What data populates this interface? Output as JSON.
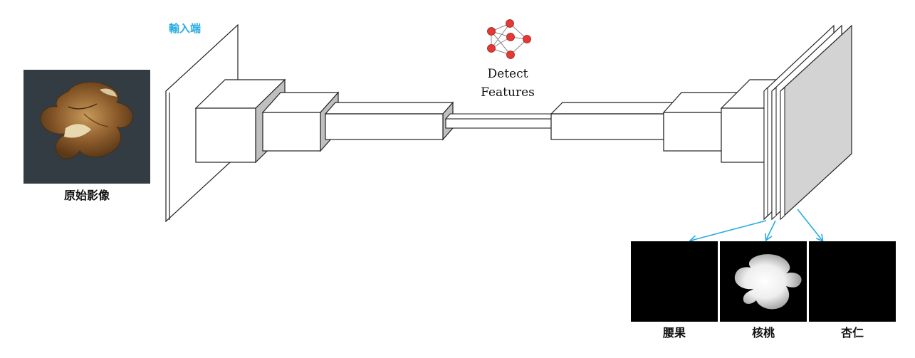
{
  "labels": {
    "input": "輸入端",
    "original_image": "原始影像",
    "detect_line1": "Detect",
    "detect_line2": "Features"
  },
  "outputs": [
    {
      "label": "腰果"
    },
    {
      "label": "核桃"
    },
    {
      "label": "杏仁"
    }
  ],
  "colors": {
    "accent": "#29abe2",
    "block_face": "#ffffff",
    "block_shade": "#bfbfbf",
    "output_plane": "#d3d3d3",
    "neuron": "#e53935",
    "mask_bg": "#000000",
    "photo_bg": "#343c43",
    "walnut": "#8a5a2a"
  },
  "icons": {
    "network": "neural-network-icon"
  }
}
